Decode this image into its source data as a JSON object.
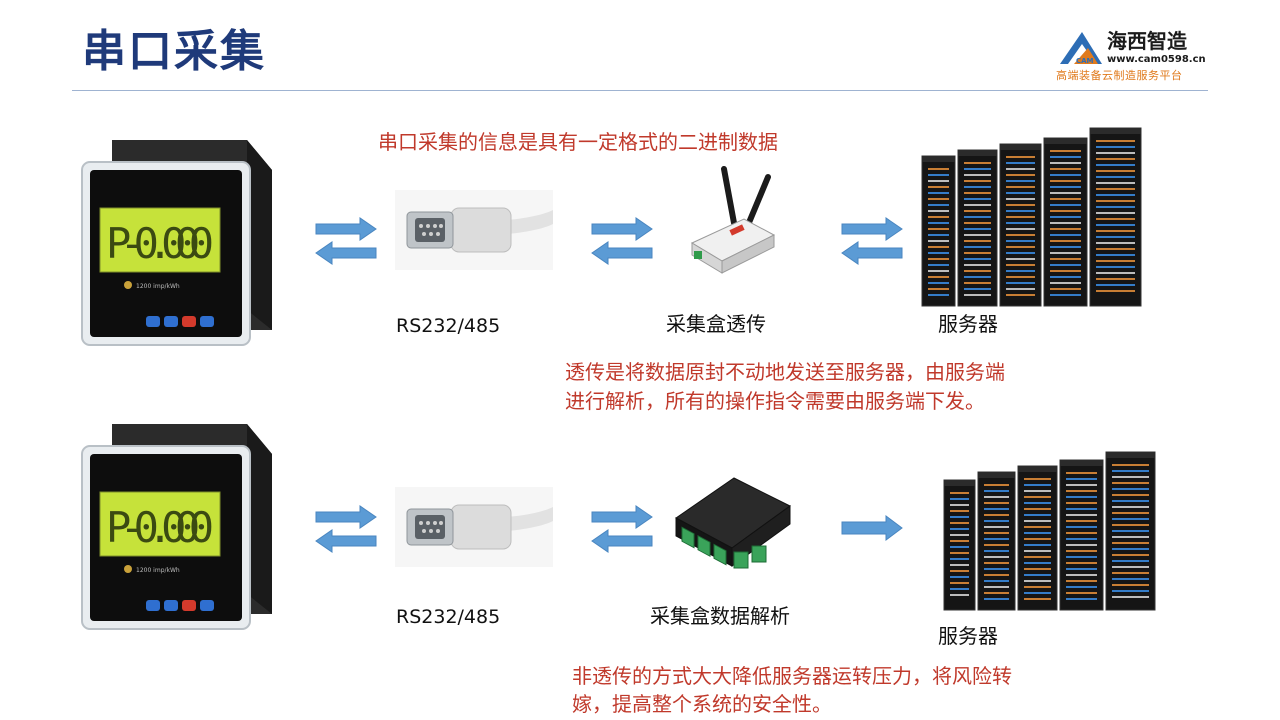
{
  "slide": {
    "title": "串口采集",
    "logo": {
      "name": "海西智造",
      "url": "www.cam0598.cn",
      "badge": "CAM",
      "tagline": "高端装备云制造服务平台"
    }
  },
  "row1": {
    "top_note": "串口采集的信息是具有一定格式的二进制数据",
    "meter_display": "P-0.000",
    "meter_caption": "1200 imp/kWh",
    "port_label": "RS232/485",
    "box_label": "采集盒透传",
    "server_label": "服务器",
    "note_line1": "透传是将数据原封不动地发送至服务器，由服务端",
    "note_line2": "进行解析，所有的操作指令需要由服务端下发。"
  },
  "row2": {
    "meter_display": "P-0.000",
    "meter_caption": "1200 imp/kWh",
    "port_label": "RS232/485",
    "box_label": "采集盒数据解析",
    "server_label": "服务器",
    "note_line1": "非透传的方式大大降低服务器运转压力，将风险转",
    "note_line2": "嫁，提高整个系统的安全性。"
  },
  "colors": {
    "title": "#1f3a7a",
    "note_red": "#c0392b",
    "arrow": "#5b9bd5",
    "lcd": "#c6e23a",
    "logo_orange": "#e07a1c"
  }
}
